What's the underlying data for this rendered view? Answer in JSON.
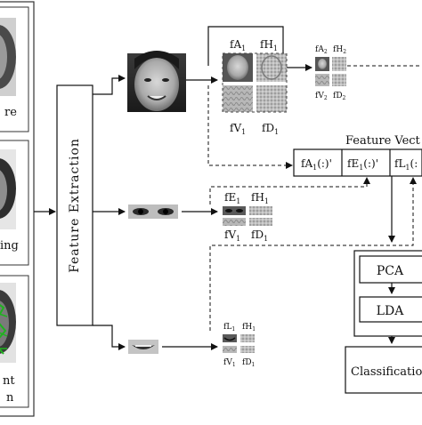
{
  "left_panel": {
    "labels": [
      "re",
      "ing",
      "nt",
      "n"
    ]
  },
  "feature_extraction": {
    "label": "Feature Extraction"
  },
  "face_group": {
    "sub_labels": [
      "fA",
      "fH",
      "fV",
      "fD"
    ],
    "small_labels": [
      "fA",
      "fH",
      "fV",
      "fD"
    ]
  },
  "eyes_group": {
    "sub_labels": [
      "fE",
      "fH",
      "fV",
      "fD"
    ]
  },
  "lips_group": {
    "sub_labels": [
      "fL",
      "fH",
      "fV",
      "fD"
    ]
  },
  "subscript": "1",
  "subscript_small": "2",
  "feature_vector": {
    "title": "Feature Vect",
    "cells": [
      "fA",
      "fE",
      "fL"
    ],
    "cell_suffix": "(:)'",
    "cell_suffix_last": "(:"
  },
  "pipeline": {
    "pca": "PCA",
    "lda": "LDA",
    "classification": "Classificatio"
  },
  "colors": {
    "line": "#111111",
    "landmark_green": "#1fb31f",
    "border": "#333333"
  }
}
